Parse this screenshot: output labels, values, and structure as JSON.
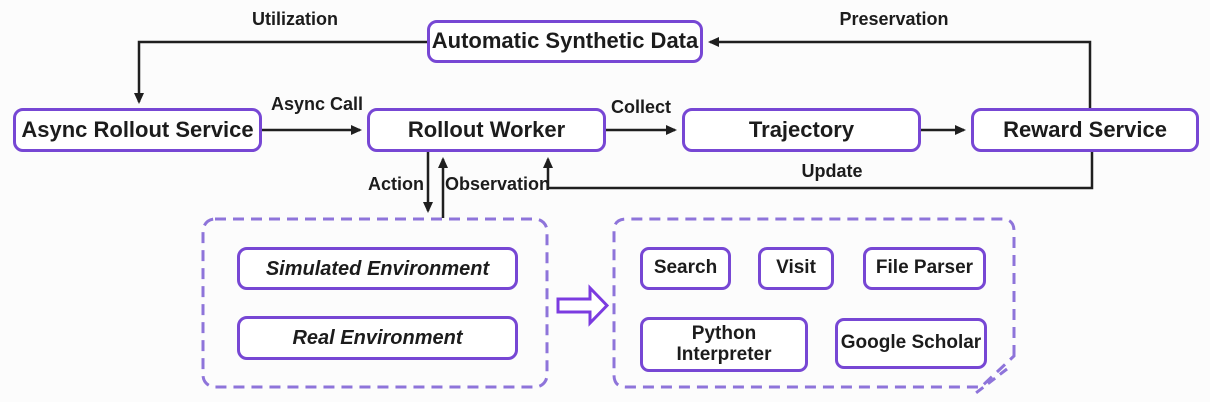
{
  "diagram": {
    "nodes": {
      "automatic_synthetic_data": {
        "label": "Automatic Synthetic Data"
      },
      "async_rollout_service": {
        "label": "Async Rollout Service"
      },
      "rollout_worker": {
        "label": "Rollout Worker"
      },
      "trajectory": {
        "label": "Trajectory"
      },
      "reward_service": {
        "label": "Reward Service"
      },
      "simulated_environment": {
        "label": "Simulated Environment"
      },
      "real_environment": {
        "label": "Real Environment"
      },
      "search": {
        "label": "Search"
      },
      "visit": {
        "label": "Visit"
      },
      "file_parser": {
        "label": "File Parser"
      },
      "python_interpreter": {
        "label": "Python Interpreter"
      },
      "google_scholar": {
        "label": "Google Scholar"
      }
    },
    "edge_labels": {
      "utilization": "Utilization",
      "preservation": "Preservation",
      "async_call": "Async Call",
      "collect": "Collect",
      "update": "Update",
      "action": "Action",
      "observation": "Observation"
    },
    "icons": {
      "flow_icon": "right-block-arrow"
    },
    "colors": {
      "node_border": "#7747d4",
      "panel_border": "#8e74da",
      "block_arrow": "#7b3be0",
      "line": "#1f1f1f",
      "text": "#1c1c1c",
      "background": "#fcfcfc"
    }
  }
}
